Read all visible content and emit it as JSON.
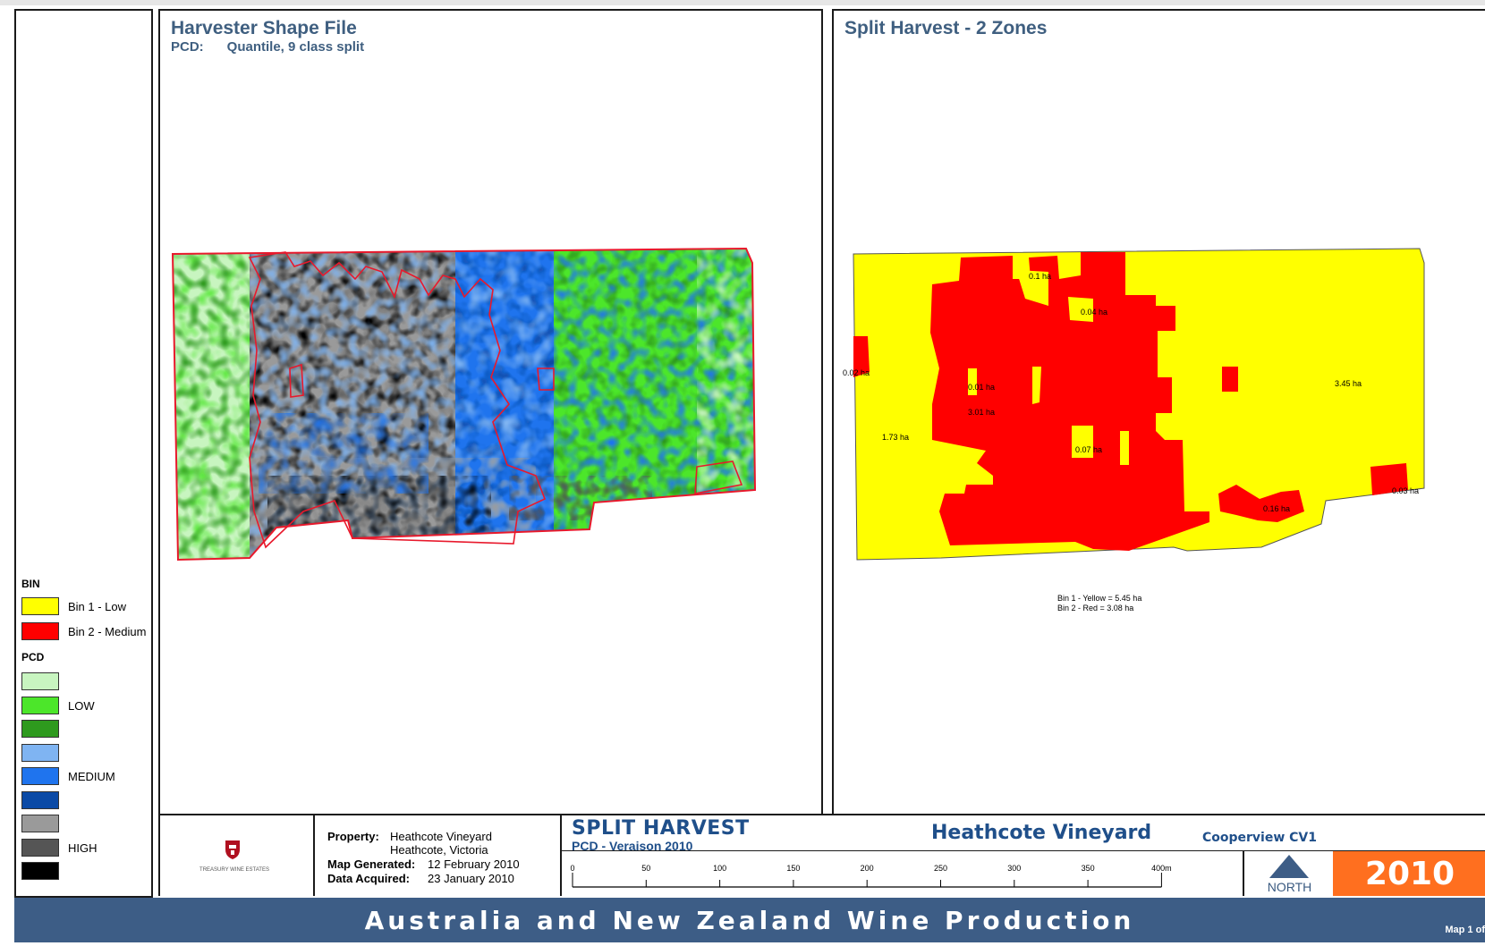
{
  "left_map": {
    "title": "Harvester Shape File",
    "subtitle_label": "PCD:",
    "subtitle_value": "Quantile, 9 class split"
  },
  "right_map": {
    "title": "Split Harvest - 2 Zones",
    "zone_labels": [
      {
        "text": "0.1 ha"
      },
      {
        "text": "0.04 ha"
      },
      {
        "text": "0.02 ha"
      },
      {
        "text": "0.01 ha"
      },
      {
        "text": "3.01 ha"
      },
      {
        "text": "1.73 ha"
      },
      {
        "text": "0.07 ha"
      },
      {
        "text": "3.45 ha"
      },
      {
        "text": "0.03 ha"
      },
      {
        "text": "0.16 ha"
      }
    ],
    "summary": [
      "Bin 1 - Yellow = 5.45 ha",
      "Bin 2 - Red = 3.08 ha"
    ]
  },
  "legend": {
    "bin_heading": "BIN",
    "bins": [
      {
        "label": "Bin 1 - Low",
        "color": "#ffff00"
      },
      {
        "label": "Bin 2 - Medium",
        "color": "#ff0000"
      }
    ],
    "pcd_heading": "PCD",
    "pcd_classes": [
      {
        "label": "",
        "color": "#c8f5c0"
      },
      {
        "label": "LOW",
        "color": "#4ce62a"
      },
      {
        "label": "",
        "color": "#2e9a1e"
      },
      {
        "label": "",
        "color": "#7fb4f2"
      },
      {
        "label": "MEDIUM",
        "color": "#1f74ee"
      },
      {
        "label": "",
        "color": "#0b4aa6"
      },
      {
        "label": "",
        "color": "#9a9a9a"
      },
      {
        "label": "HIGH",
        "color": "#555555"
      },
      {
        "label": "",
        "color": "#000000"
      }
    ]
  },
  "title_block": {
    "logo_text": "TREASURY WINE ESTATES",
    "property_label": "Property:",
    "property_value_1": "Heathcote Vineyard",
    "property_value_2": "Heathcote, Victoria",
    "map_generated_label": "Map Generated:",
    "map_generated_value": "12 February 2010",
    "data_acquired_label": "Data Acquired:",
    "data_acquired_value": "23 January 2010",
    "main_title": "SPLIT HARVEST",
    "main_subtitle": "PCD - Veraison 2010",
    "vineyard": "Heathcote Vineyard",
    "block": "Cooperview CV1",
    "scale_ticks": [
      "0",
      "50",
      "100",
      "150",
      "200",
      "250",
      "300",
      "350",
      "400m"
    ],
    "north": "NORTH",
    "year": "2010"
  },
  "footer": {
    "text": "Australia and New Zealand Wine Production",
    "map_number": "Map 1 of"
  },
  "colors": {
    "title_blue": "#1f4f8a",
    "footer_blue": "#3d5d86",
    "year_orange": "#ff6f1f",
    "boundary_red": "#e8192c",
    "bin_yellow": "#ffff00",
    "bin_red": "#ff0000"
  }
}
